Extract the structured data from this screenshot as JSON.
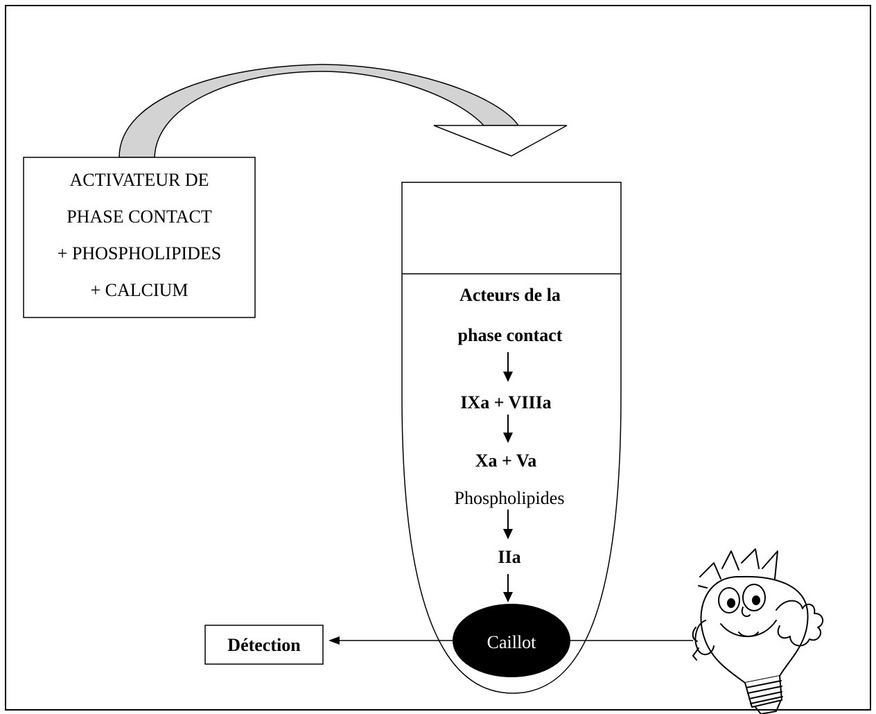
{
  "activator_box": {
    "lines": [
      "ACTIVATEUR DE",
      "PHASE CONTACT",
      "+ PHOSPHOLIPIDES",
      "+ CALCIUM"
    ]
  },
  "tube": {
    "steps": {
      "acteurs_line1": "Acteurs de la",
      "acteurs_line2": "phase contact",
      "ixa_viiia": "IXa + VIIIa",
      "xa_va": "Xa + Va",
      "phospholipides": "Phospholipides",
      "iia": "IIa"
    },
    "clot_label": "Caillot"
  },
  "detection_label": "Détection",
  "colors": {
    "arrow_fill": "#d3d3d3",
    "clot_fill": "#000000",
    "clot_text": "#ffffff",
    "stroke": "#000000"
  },
  "icons": {
    "light_bulb": "light-bulb-character-icon"
  }
}
